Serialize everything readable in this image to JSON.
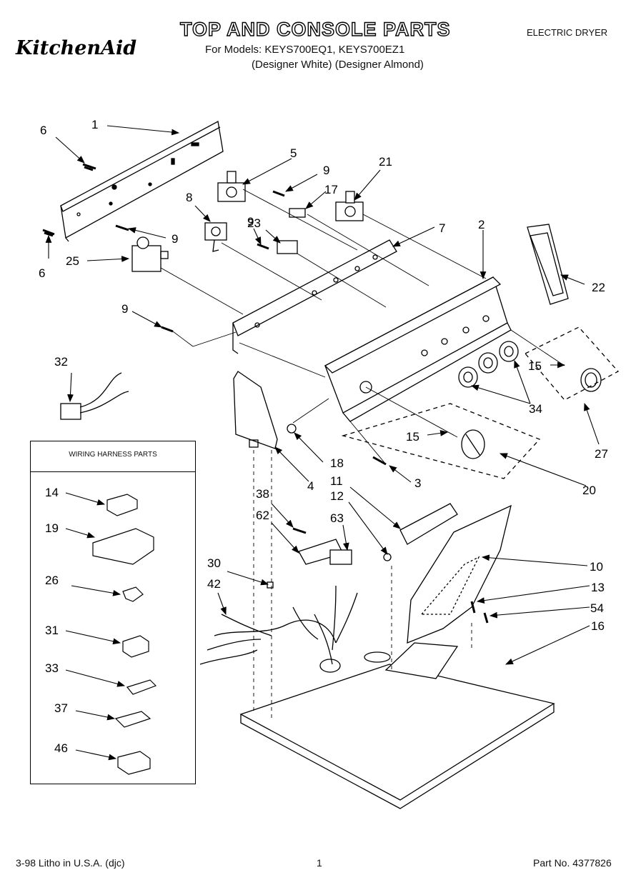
{
  "header": {
    "brand": "KitchenAid",
    "title": "TOP AND CONSOLE PARTS",
    "models": "For Models: KEYS700EQ1, KEYS700EZ1",
    "colors": "(Designer White)   (Designer Almond)",
    "product": "ELECTRIC DRYER"
  },
  "harness_box": {
    "title": "WIRING HARNESS PARTS"
  },
  "callouts": {
    "c1": "1",
    "c2": "2",
    "c3": "3",
    "c4": "4",
    "c5": "5",
    "c6a": "6",
    "c6b": "6",
    "c7": "7",
    "c8": "8",
    "c9a": "9",
    "c9b": "9",
    "c9c": "9",
    "c9d": "9",
    "c10": "10",
    "c11": "11",
    "c12": "12",
    "c13": "13",
    "c14": "14",
    "c15a": "15",
    "c15b": "15",
    "c16": "16",
    "c17": "17",
    "c18": "18",
    "c19": "19",
    "c20": "20",
    "c21": "21",
    "c22": "22",
    "c23": "23",
    "c25": "25",
    "c26": "26",
    "c27": "27",
    "c30": "30",
    "c31": "31",
    "c32": "32",
    "c33": "33",
    "c34": "34",
    "c37": "37",
    "c38": "38",
    "c42": "42",
    "c46": "46",
    "c54": "54",
    "c62": "62",
    "c63": "63"
  },
  "footer": {
    "left": "3-98 Litho in U.S.A. (djc)",
    "page": "1",
    "right": "Part No. 4377826"
  }
}
